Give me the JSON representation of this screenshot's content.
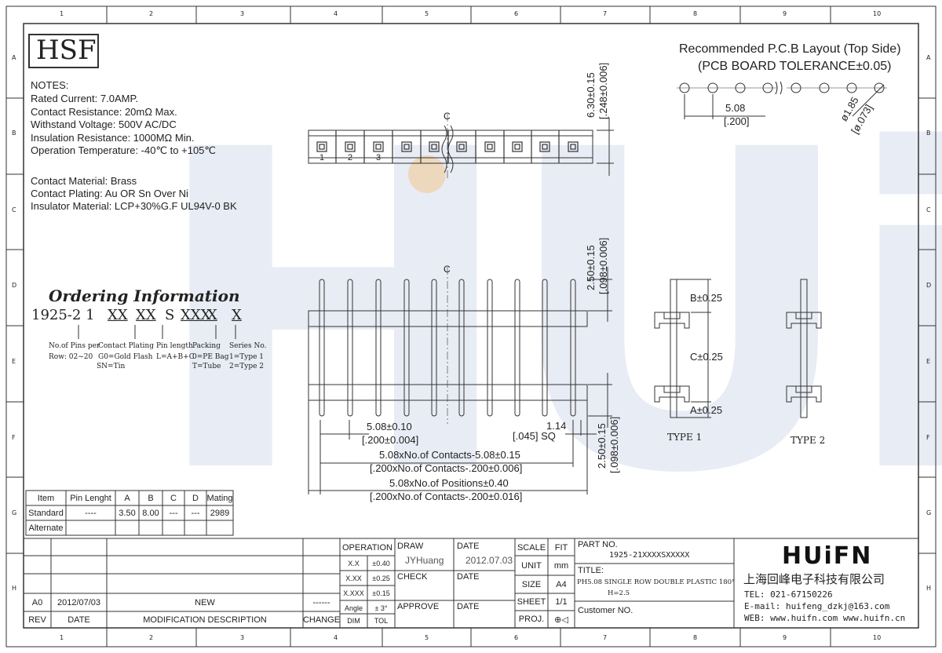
{
  "brand_box": "HSF",
  "border_cols": [
    "1",
    "2",
    "3",
    "4",
    "5",
    "6",
    "7",
    "8",
    "9",
    "10"
  ],
  "border_rows": [
    "A",
    "B",
    "C",
    "D",
    "E",
    "F",
    "G",
    "H"
  ],
  "notes": {
    "title": "NOTES:",
    "lines": [
      "Rated Current: 7.0AMP.",
      "Contact Resistance: 20mΩ Max.",
      "Withstand Voltage: 500V AC/DC",
      "Insulation Resistance: 1000MΩ Min.",
      "Operation Temperature: -40℃ to +105℃"
    ],
    "materials": [
      "Contact Material: Brass",
      "Contact Plating: Au OR Sn Over Ni",
      "Insulator Material: LCP+30%G.F UL94V-0 BK"
    ]
  },
  "ordering": {
    "title": "Ordering Information",
    "code": [
      "1925-2 1",
      "XX",
      "XX",
      "S",
      "XXX",
      "X",
      "X"
    ],
    "legend": [
      {
        "head": "No.of Pins per",
        "lines": [
          "Row: 02~20"
        ]
      },
      {
        "head": "Contact Plating",
        "lines": [
          "G0=Gold Flash",
          "SN=Tin"
        ]
      },
      {
        "head": "Pin length",
        "lines": [
          "L=A+B+C"
        ]
      },
      {
        "head": "Packing",
        "lines": [
          "0=PE Bag",
          "T=Tube"
        ]
      },
      {
        "head": "Series No.",
        "lines": [
          "1=Type 1",
          "2=Type 2"
        ]
      }
    ]
  },
  "pcb": {
    "title1": "Recommended P.C.B Layout (Top Side)",
    "title2": "(PCB BOARD TOLERANCE±0.05)",
    "pitch": "5.08",
    "pitch_in": "[.200]",
    "hole": "ø1.85",
    "hole_in": "[ø.073]"
  },
  "top_view": {
    "pin_numbers": [
      "1",
      "2",
      "3"
    ],
    "height": "6.30±0.15",
    "height_in": "[.248±0.006]",
    "centerline": "C"
  },
  "front_view": {
    "top_dim": "2.50±0.15",
    "top_dim_in": "[.098±0.006]",
    "bottom_dim": "2.50±0.15",
    "bottom_dim_in": "[.098±0.006]",
    "pitch": "5.08±0.10",
    "pitch_in": "[.200±0.004]",
    "pin_size": "1.14",
    "pin_size_in": "[.045] SQ",
    "contacts": "5.08xNo.of Contacts-5.08±0.15",
    "contacts_in": "[.200xNo.of Contacts-.200±0.006]",
    "positions": "5.08xNo.of Positions±0.40",
    "positions_in": "[.200xNo.of Contacts-.200±0.016]",
    "centerline": "C"
  },
  "side_views": {
    "dim_b": "B±0.25",
    "dim_c": "C±0.25",
    "dim_a": "A±0.25",
    "type1": "TYPE 1",
    "type2": "TYPE 2"
  },
  "pin_table": {
    "headers": [
      "Item",
      "Pin Lenght",
      "A",
      "B",
      "C",
      "D",
      "Mating"
    ],
    "rows": [
      [
        "Standard",
        "----",
        "3.50",
        "8.00",
        "---",
        "---",
        "2989"
      ],
      [
        "Alternate",
        "",
        "",
        "",
        "",
        "",
        ""
      ]
    ]
  },
  "revision": {
    "rev": "A0",
    "date": "2012/07/03",
    "desc": "NEW",
    "change": "------",
    "headers": [
      "REV",
      "DATE",
      "MODIFICATION DESCRIPTION",
      "CHANGE"
    ]
  },
  "tolerance": {
    "title": "OPERATION",
    "rows": [
      [
        "X.X",
        "±0.40"
      ],
      [
        "X.XX",
        "±0.25"
      ],
      [
        "X.XXX",
        "±0.15"
      ],
      [
        "Angle",
        "± 3°"
      ]
    ],
    "footer": [
      "DIM",
      "TOL"
    ]
  },
  "approvals": {
    "draw": "DRAW",
    "draw_name": "JYHuang",
    "date": "DATE",
    "draw_date": "2012.07.03",
    "check": "CHECK",
    "check_date": "DATE",
    "approve": "APPROVE",
    "approve_date": "DATE"
  },
  "sheet": {
    "scale": "SCALE",
    "fit": "FIT",
    "unit": "UNIT",
    "unit_val": "mm",
    "size": "SIZE",
    "size_val": "A4",
    "sheet": "SHEET",
    "sheet_val": "1/1",
    "proj": "PROJ.",
    "proj_sym": "⊕◁"
  },
  "part": {
    "label": "PART NO.",
    "number": "1925-21XXXXSXXXXX",
    "title_label": "TITLE:",
    "title_line1": "PH5.08 SINGLE ROW DOUBLE PLASTIC 180°",
    "title_line2": "H=2.5",
    "customer": "Customer NO."
  },
  "company": {
    "logo": "HUiFN",
    "name_cn": "上海回峰电子科技有限公司",
    "tel": "TEL: 021-67150226",
    "email": "E-mail: huifeng_dzkj@163.com",
    "web": "WEB: www.huifn.com  www.huifn.cn"
  },
  "watermark": "HUiFN"
}
